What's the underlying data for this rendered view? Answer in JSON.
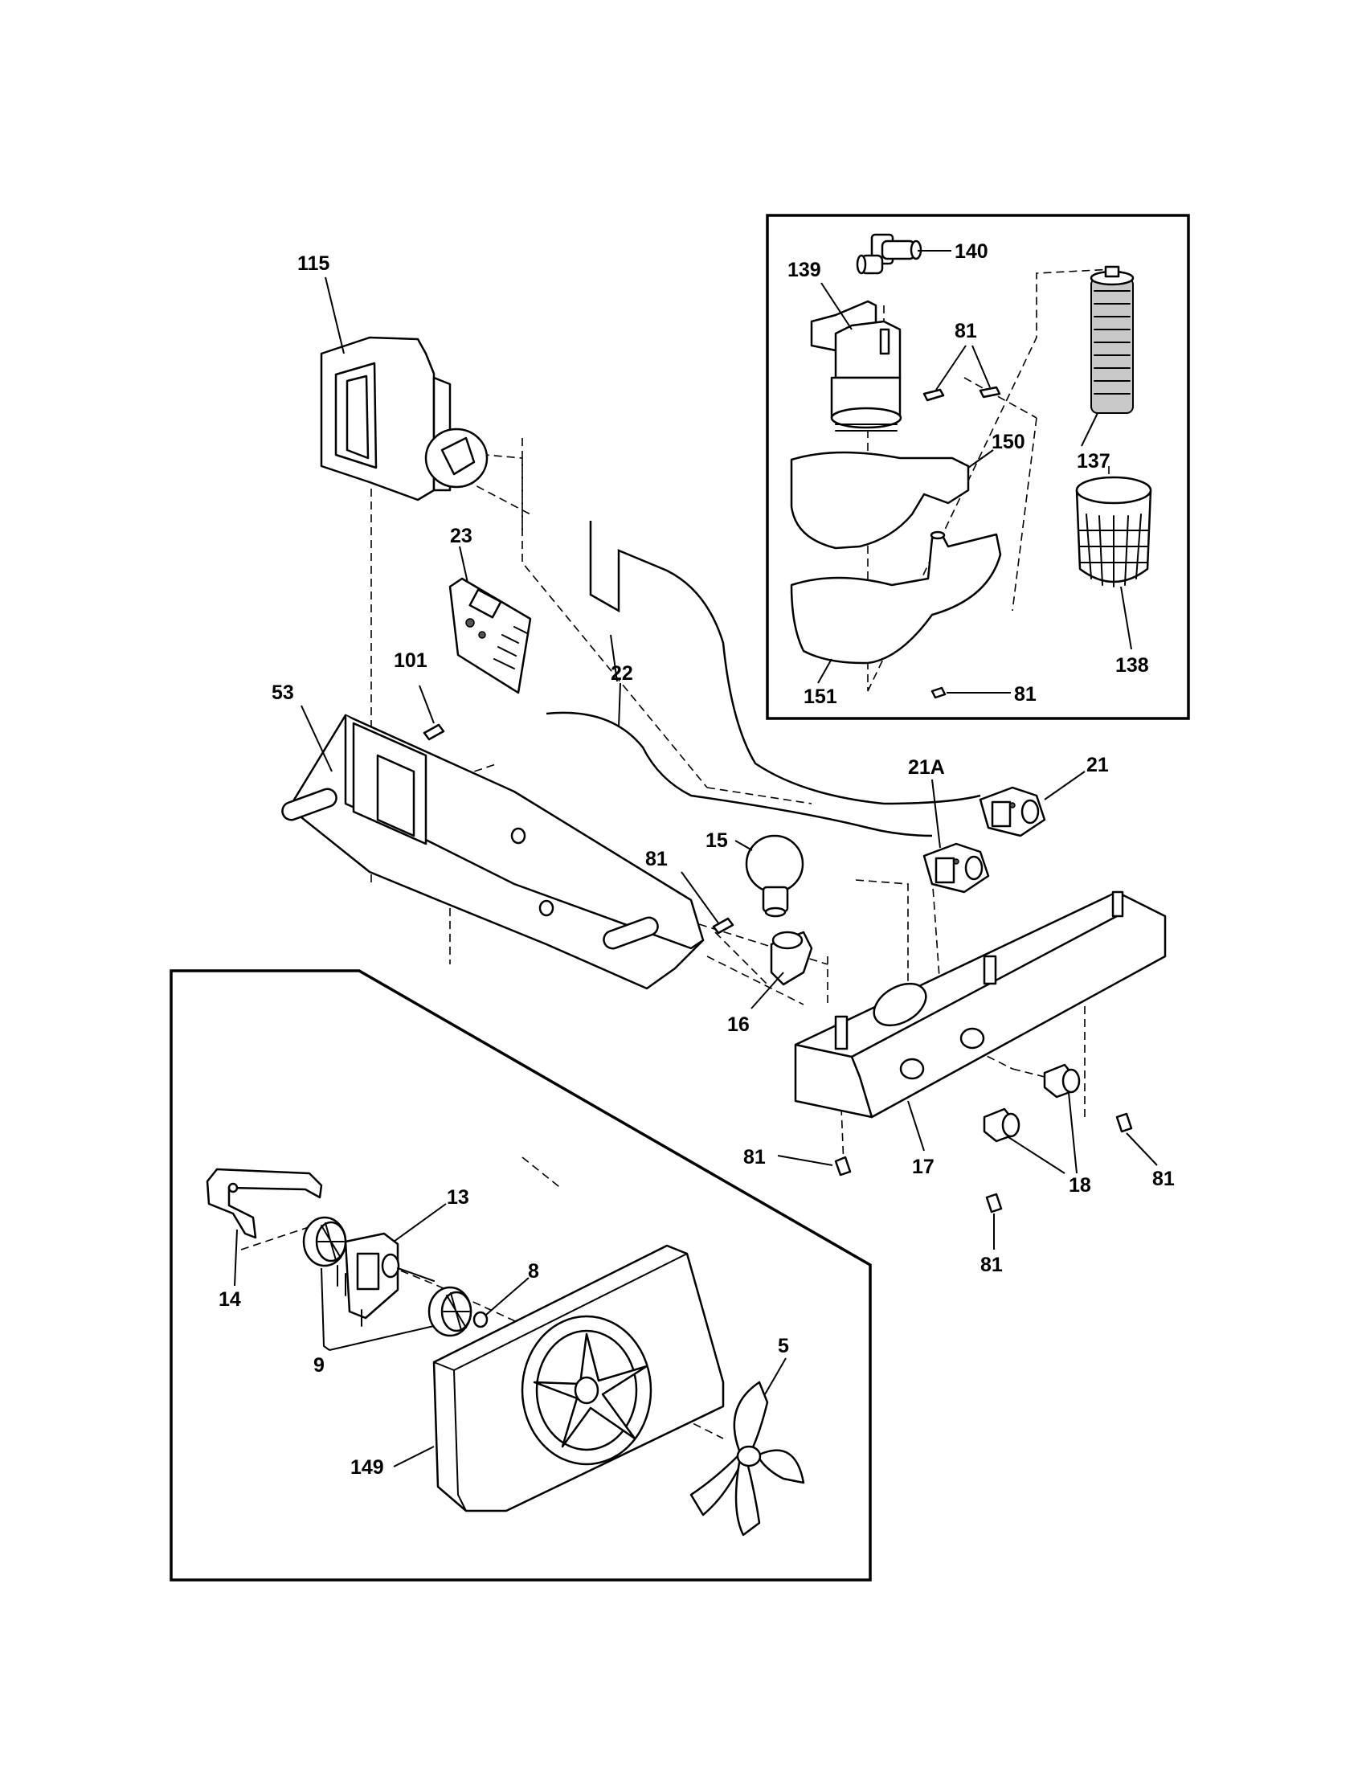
{
  "callouts": {
    "c115": "115",
    "c23": "23",
    "c101": "101",
    "c53": "53",
    "c22": "22",
    "c139": "139",
    "c140": "140",
    "c81_filter_a": "81",
    "c150": "150",
    "c137": "137",
    "c151": "151",
    "c81_filter_b": "81",
    "c138": "138",
    "c21a": "21A",
    "c21": "21",
    "c15": "15",
    "c81_lamp": "81",
    "c16": "16",
    "c17": "17",
    "c18": "18",
    "c81_left": "81",
    "c81_mid": "81",
    "c81_right": "81",
    "c13": "13",
    "c8": "8",
    "c14": "14",
    "c9": "9",
    "c5": "5",
    "c149": "149"
  }
}
